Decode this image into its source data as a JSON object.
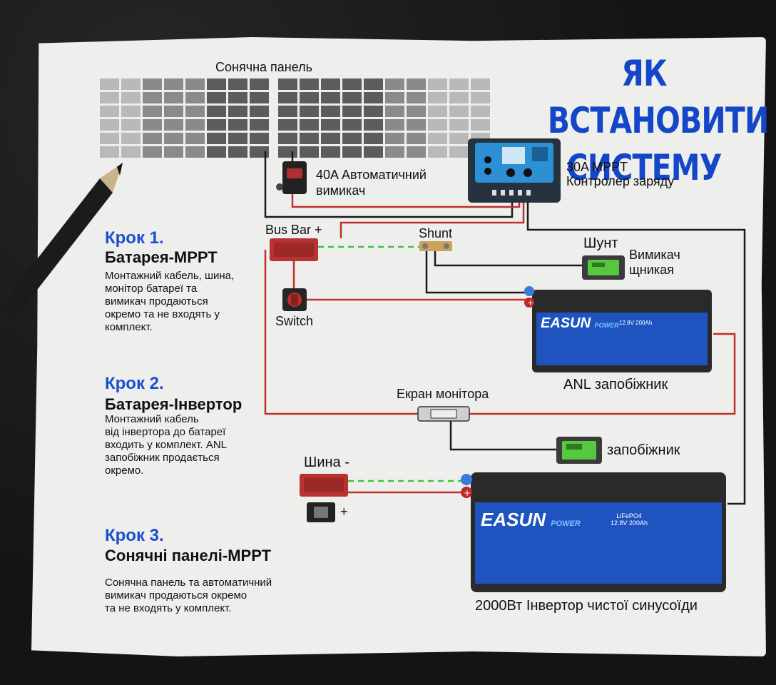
{
  "title_lines": [
    "ЯК ВСТАНОВИТИ",
    "СИСТЕМУ"
  ],
  "steps": [
    {
      "heading": "Крок 1.",
      "subtitle": "Батарея-МРРТ",
      "text": "Монтажний кабель, шина,\nмонітор батареї та\nвимикач продаються\nокремо та не входять у\nкомплект."
    },
    {
      "heading": "Крок 2.",
      "subtitle": "Батарея-Інвертор",
      "text": "Монтажний кабель\nвід інвертора до батареї\nвходить у комплект. ANL\nзапобіжник продається\nокремо."
    },
    {
      "heading": "Крок 3.",
      "subtitle": "Сонячні панелі-МРРТ",
      "text": "Сонячна панель та автоматичний\nвимикач продаються окремо\nта не входять у комплект."
    }
  ],
  "labels": {
    "solar_panel": "Сонячна панель",
    "breaker_line1": "40A Автоматичний",
    "breaker_line2": "вимикач",
    "controller_line1": "30A MPPT",
    "controller_line2": "Контролер заряду",
    "bus_bar_plus": "Bus Bar +",
    "shunt_en": "Shunt",
    "shunt_uk": "Шунт",
    "switch_line1": "Вимикач",
    "switch_line2": "щникая",
    "switch_en": "Switch",
    "anl_fuse": "ANL запобіжник",
    "monitor_screen": "Екран монітора",
    "fuse": "запобіжник",
    "bus_minus": "Шина -",
    "plus_sign": "+",
    "inverter": "2000Вт Інвертор чистої синусоїди"
  },
  "battery": {
    "brand": "EASUN",
    "sub": "POWER",
    "small_model": "12.8V 200Ah",
    "large_model_line1": "LiFePO4",
    "large_model_line2": "12.8V 200Ah"
  },
  "colors": {
    "title": "#1446c8",
    "step_heading": "#1c4fd0",
    "wire_red": "#c0302c",
    "wire_black": "#1a1a1a",
    "wire_green_dashed": "#3cc43c",
    "bus_bar": "#b83232",
    "battery_blue": "#1f54c0",
    "battery_body": "#2a2a2a",
    "monitor_screen": "#55c840"
  }
}
